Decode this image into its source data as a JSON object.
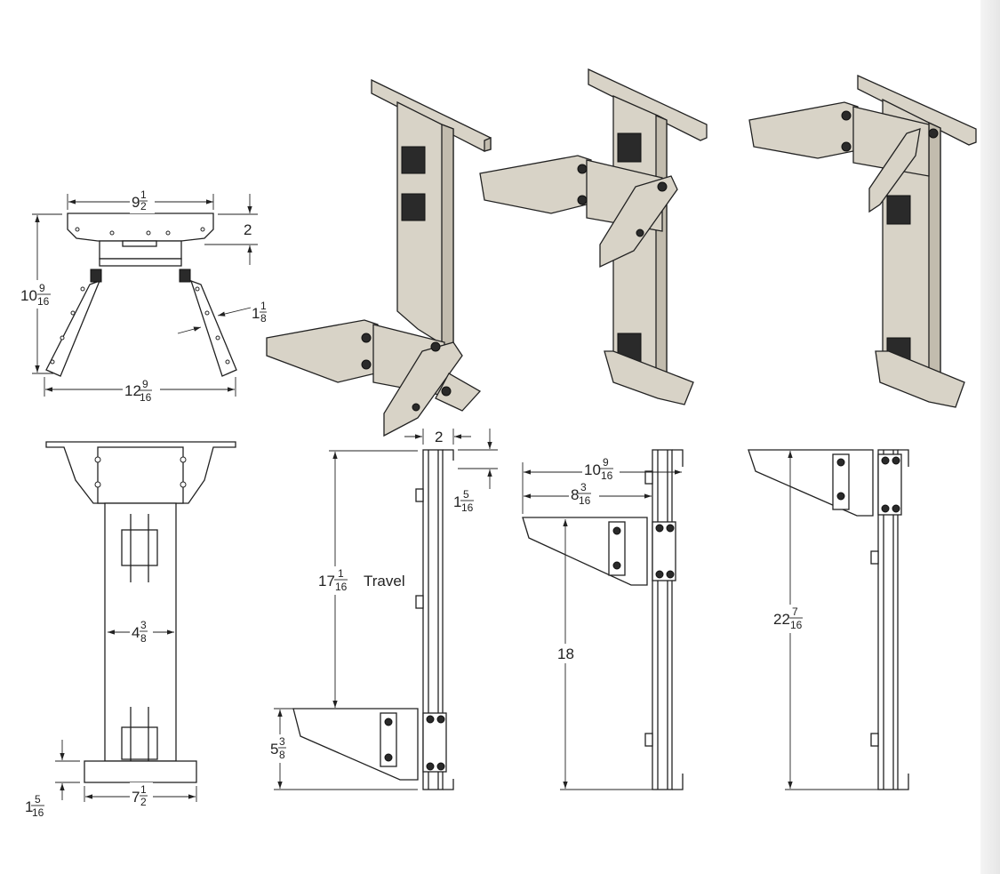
{
  "top_view": {
    "width": {
      "whole": "9",
      "num": "1",
      "den": "2"
    },
    "plate_depth": {
      "whole": "2"
    },
    "height": {
      "whole": "10",
      "num": "9",
      "den": "16"
    },
    "arm_width": {
      "whole": "1",
      "num": "1",
      "den": "8"
    },
    "spread": {
      "whole": "12",
      "num": "9",
      "den": "16"
    }
  },
  "front_view": {
    "post_width": {
      "whole": "4",
      "num": "3",
      "den": "8"
    },
    "base_width": {
      "whole": "7",
      "num": "1",
      "den": "2"
    },
    "foot_height": {
      "whole": "1",
      "num": "5",
      "den": "16"
    }
  },
  "side_view_low": {
    "post_depth": {
      "whole": "2"
    },
    "top_offset": {
      "whole": "1",
      "num": "5",
      "den": "16"
    },
    "travel": {
      "whole": "17",
      "num": "1",
      "den": "16",
      "label": "Travel"
    },
    "arm_height": {
      "whole": "5",
      "num": "3",
      "den": "8"
    }
  },
  "side_view_mid": {
    "reach_total": {
      "whole": "10",
      "num": "9",
      "den": "16"
    },
    "reach_arm": {
      "whole": "8",
      "num": "3",
      "den": "16"
    },
    "height": {
      "whole": "18"
    }
  },
  "side_view_high": {
    "height": {
      "whole": "22",
      "num": "7",
      "den": "16"
    }
  },
  "colors": {
    "metal": "#d8d3c7",
    "bracket": "#2a2a2a"
  }
}
